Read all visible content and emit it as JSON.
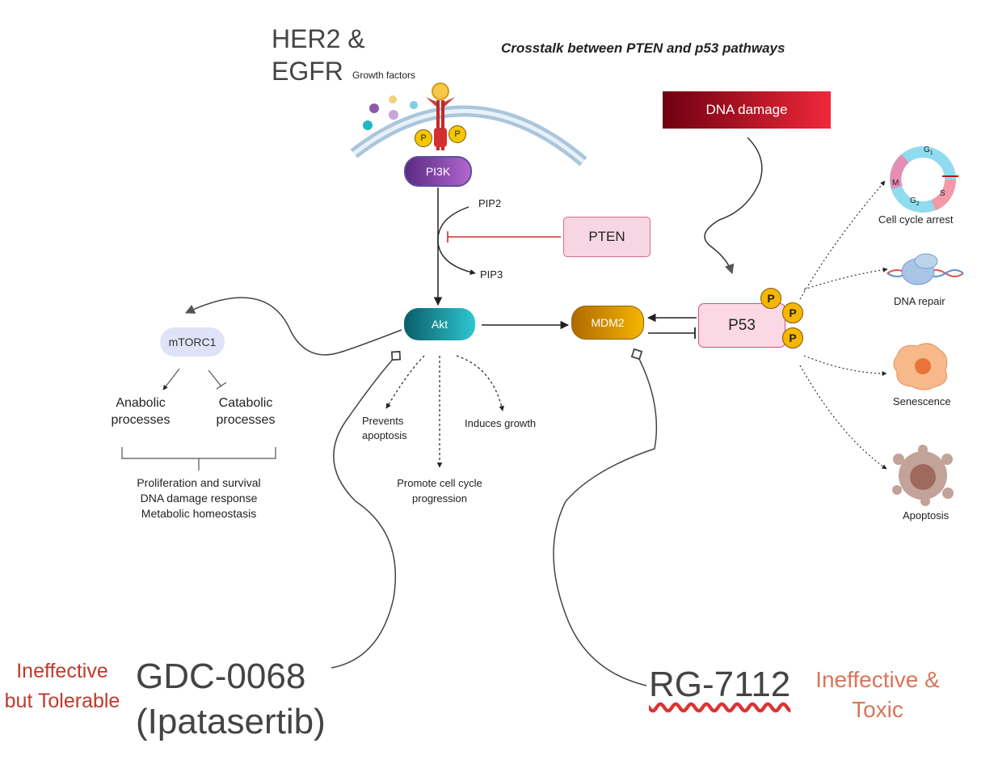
{
  "title": "Crosstalk between PTEN and p53 pathways",
  "receptor_label": "HER2 & EGFR",
  "growth_factors": "Growth factors",
  "phospho": "P",
  "nodes": {
    "pi3k": "PI3K",
    "pip2": "PIP2",
    "pip3": "PIP3",
    "pten": "PTEN",
    "akt": "Akt",
    "mdm2": "MDM2",
    "p53": "P53",
    "dna_damage": "DNA damage",
    "mtorc1": "mTORC1"
  },
  "akt_effects": {
    "prevents": "Prevents apoptosis",
    "induces": "Induces growth",
    "promote": "Promote cell cycle progression"
  },
  "mtorc_effects": {
    "anabolic": "Anabolic processes",
    "catabolic": "Catabolic processes",
    "outcomes": [
      "Proliferation and survival",
      "DNA damage response",
      "Metabolic homeostasis"
    ]
  },
  "p53_outcomes": {
    "cell_cycle": "Cell cycle arrest",
    "dna_repair": "DNA repair",
    "senescence": "Senescence",
    "apoptosis": "Apoptosis",
    "phases": {
      "g1": "G",
      "g1_sub": "1",
      "s": "S",
      "g2": "G",
      "g2_sub": "2",
      "m": "M"
    }
  },
  "drugs": {
    "gdc_line1": "GDC-0068",
    "gdc_line2": "(Ipatasertib)",
    "gdc_note": "Ineffective but Tolerable",
    "rg": "RG-7112",
    "rg_note": "Ineffective & Toxic"
  },
  "colors": {
    "inhibit_red": "#d32f2f",
    "note_red": "#c0392b",
    "note_orange": "#d9755a",
    "membrane": "#a9c6dc"
  }
}
